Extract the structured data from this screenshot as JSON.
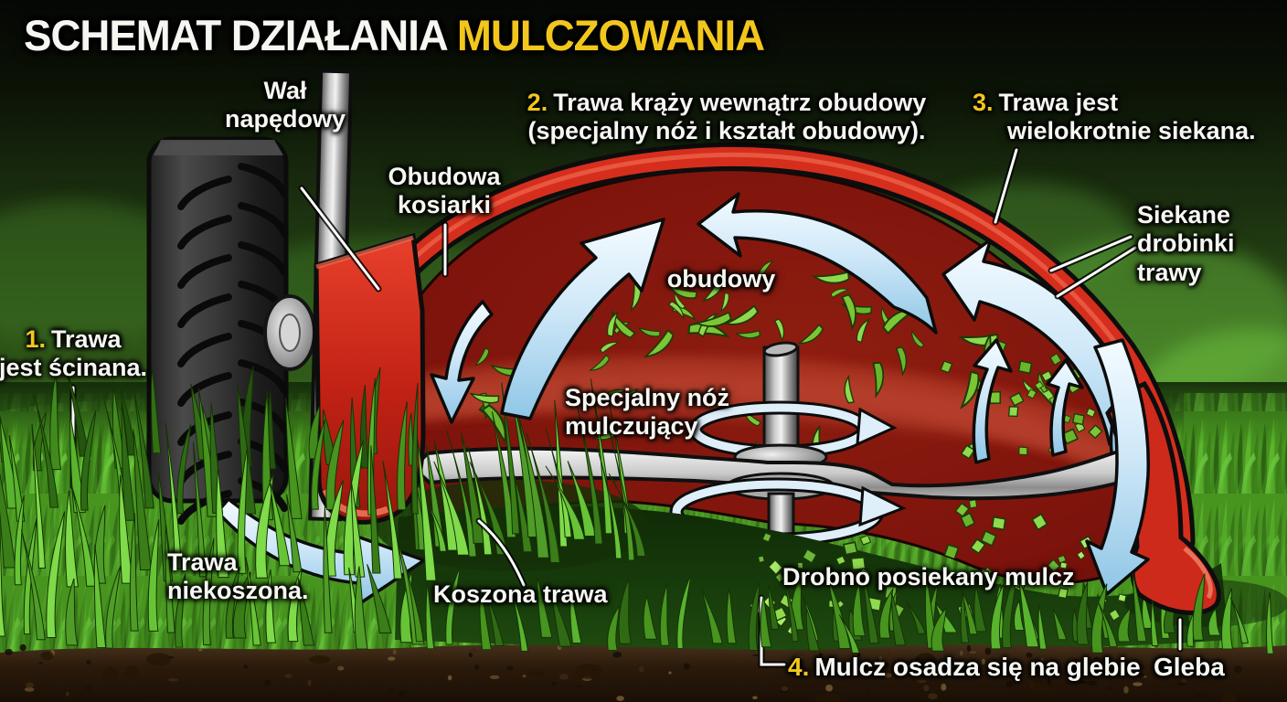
{
  "title": {
    "white": "SCHEMAT DZIAŁANIA",
    "yellow": "MULCZOWANIA"
  },
  "steps": {
    "s1": {
      "num": "1.",
      "line1": "Trawa",
      "line2": "jest ścinana."
    },
    "s2": {
      "num": "2.",
      "line1": "Trawa krąży wewnątrz obudowy",
      "line2": "(specjalny nóż i kształt obudowy)."
    },
    "s3": {
      "num": "3.",
      "line1": "Trawa jest",
      "line2": "wielokrotnie siekana."
    },
    "s4": {
      "num": "4.",
      "text": "Mulcz osadza się na glebie"
    }
  },
  "labels": {
    "drive_shaft": {
      "line1": "Wał",
      "line2": "napędowy"
    },
    "housing": {
      "line1": "Obudowa",
      "line2": "kosiarki"
    },
    "housing_inner": "obudowy",
    "chopped_bits": {
      "line1": "Siekane",
      "line2": "drobinki",
      "line3": "trawy"
    },
    "blade": {
      "line1": "Specjalny nóż",
      "line2": "mulczujący"
    },
    "uncut_grass": {
      "line1": "Trawa",
      "line2": "niekoszona."
    },
    "cut_grass": "Koszona trawa",
    "fine_mulch": "Drobno posiekany mulcz",
    "soil": "Gleba"
  },
  "colors": {
    "accent_yellow": "#f2c71d",
    "deck_red": "#d22c1b",
    "deck_interior_red": "#7c130c",
    "arrow_blue": "#bfe0f4",
    "grass_green": "#47941f",
    "soil_brown": "#32210f",
    "text_white": "#f7f7f2"
  }
}
